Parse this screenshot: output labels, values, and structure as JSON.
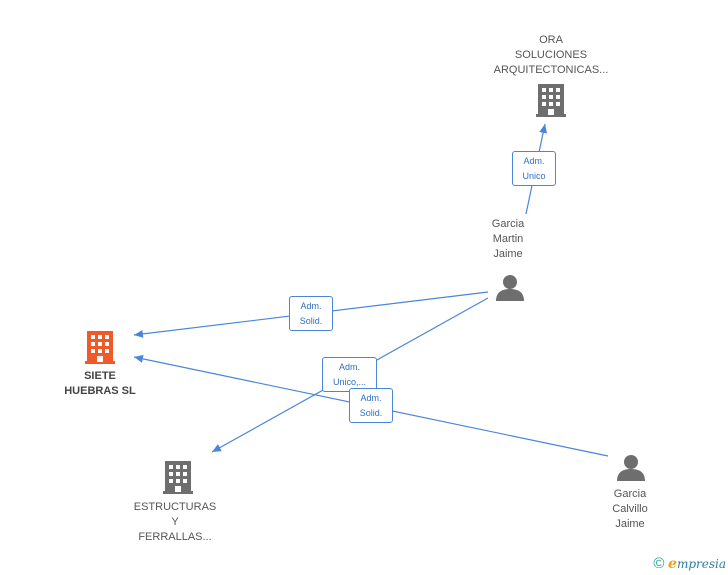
{
  "nodes": {
    "ora": {
      "lines": [
        "ORA",
        "SOLUCIONES",
        "ARQUITECTONICAS..."
      ],
      "icon": "building-icon",
      "color": "#6e6e6e"
    },
    "siete": {
      "lines": [
        "SIETE",
        "HUEBRAS SL"
      ],
      "icon": "building-icon",
      "color": "#f05a28"
    },
    "estructuras": {
      "lines": [
        "ESTRUCTURAS",
        "Y",
        "FERRALLAS..."
      ],
      "icon": "building-icon",
      "color": "#6e6e6e"
    },
    "garcia_martin": {
      "lines": [
        "Garcia",
        "Martin",
        "Jaime"
      ],
      "icon": "person-icon",
      "color": "#6e6e6e"
    },
    "garcia_calvillo": {
      "lines": [
        "Garcia",
        "Calvillo",
        "Jaime"
      ],
      "icon": "person-icon",
      "color": "#6e6e6e"
    }
  },
  "edges": [
    {
      "from": "garcia_martin",
      "to": "ora",
      "label": [
        "Adm.",
        "Unico"
      ]
    },
    {
      "from": "garcia_martin",
      "to": "siete",
      "label": [
        "Adm.",
        "Solid."
      ]
    },
    {
      "from": "garcia_martin",
      "to": "estructuras",
      "label": [
        "Adm.",
        "Unico,..."
      ]
    },
    {
      "from": "garcia_calvillo",
      "to": "siete",
      "label": [
        "Adm.",
        "Solid."
      ]
    }
  ],
  "colors": {
    "edge": "#4a86d8",
    "label_text": "#2f6fc4"
  },
  "footer": {
    "copyright": "©",
    "brand_initial": "e",
    "brand_rest": "mpresia"
  }
}
